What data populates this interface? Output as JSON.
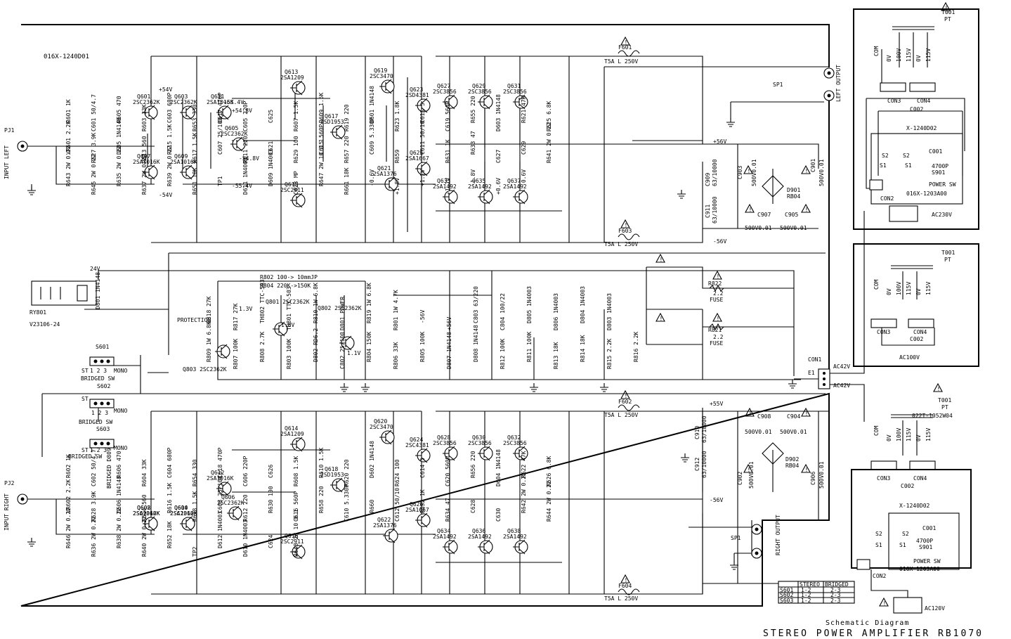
{
  "board": {
    "id": "016X-1240D01"
  },
  "title": {
    "line1": "Schematic Diagram",
    "line2": "STEREO POWER AMPLIFIER RB1070"
  },
  "connectors": {
    "pj1": "PJ1",
    "pj2": "PJ2",
    "input_left": "INPUT LEFT",
    "input_right": "INPUT RIGHT",
    "left_output": "LEFT OUTPUT",
    "right_output": "RIGHT OUTPUT",
    "sp1": "SP1",
    "con1": "CON1",
    "e1": "E1",
    "ac42v_a": "AC42V",
    "ac42v_b": "AC42V"
  },
  "rails": {
    "p54": "+54V",
    "n54": "-54V",
    "p55_4": "+55.4V",
    "p54_8": "+54.8V",
    "n54_8": "-54.8V",
    "n55_4": "-55.4V",
    "p56": "+56V",
    "n56": "-56V",
    "p55": "+55V",
    "n56b": "-56V"
  },
  "fuses": {
    "f601": "F601",
    "f602": "F602",
    "f603": "F603",
    "f604": "F604",
    "rating": "T5A L 250V",
    "r822": "R822",
    "r821": "R821",
    "fuse_val": "2.2",
    "fuse_word": "FUSE"
  },
  "left_channel": {
    "transistors": [
      {
        "ref": "Q601",
        "part": "2SC2362K"
      },
      {
        "ref": "Q603",
        "part": "2SC2362K"
      },
      {
        "ref": "Q611",
        "part": "2SA1016K"
      },
      {
        "ref": "Q605",
        "part": "2SC2362K"
      },
      {
        "ref": "Q607",
        "part": "2SA1016K"
      },
      {
        "ref": "Q609",
        "part": "2SA1016K"
      },
      {
        "ref": "Q613",
        "part": "2SA1209"
      },
      {
        "ref": "Q615",
        "part": "2SC2911"
      },
      {
        "ref": "Q617",
        "part": "2SD1953"
      },
      {
        "ref": "Q619",
        "part": "2SC3470"
      },
      {
        "ref": "Q621",
        "part": "2SA1376"
      },
      {
        "ref": "Q623",
        "part": "2SD4381"
      },
      {
        "ref": "Q625",
        "part": "2SA1667"
      },
      {
        "ref": "Q627",
        "part": "2SC3856"
      },
      {
        "ref": "Q629",
        "part": "2SC3856"
      },
      {
        "ref": "Q631",
        "part": "2SC3856"
      },
      {
        "ref": "Q633",
        "part": "2SA1492"
      },
      {
        "ref": "Q635",
        "part": "2SA1492"
      },
      {
        "ref": "Q637",
        "part": "2SA1492"
      }
    ],
    "labels": [
      "R601 1K",
      "C601 50/4.7",
      "R605 470",
      "R603 33K",
      "C603 680P",
      "R653 330",
      "C617 470P",
      "C605 220P",
      "C625",
      "R607 1.5K",
      "R609 1.5K",
      "R619 220",
      "D601 1N4148",
      "R623 1.8K",
      "C613 5",
      "C619 560P",
      "R655 220",
      "D603 1N4148",
      "R621 47K",
      "R625 6.8K",
      "VR601 2.2K",
      "R627 3.9K",
      "D605 1N4148",
      "R613 560",
      "R615 1.5K",
      "R617 1.5K",
      "C607 25/100",
      "R611 220",
      "C621",
      "R629 100",
      "C615 560P",
      "R657 220",
      "C609 5.330P",
      "R659",
      "C611 50/10",
      "R631 1K",
      "R633 47",
      "C627",
      "C629",
      "R641 2W 0.22",
      "R643 2W 0.22",
      "R645 2W 0.22",
      "R635 2W 0.22",
      "R637 2W 0.22",
      "R639 2W 0.22",
      "R651 18K",
      "TP1",
      "D611 1N4003",
      "D609 1N4003",
      "C623 MP",
      "R647 2W 10 0.1",
      "R661 18K",
      "-0.6V",
      "+1.8V",
      "+1.2V",
      "-1.2V",
      "-1.8V",
      "+0.6V",
      "-0.6V"
    ]
  },
  "protection": {
    "note1": "R802 100-> 10mmJP",
    "note2": "R804 220K->150K",
    "ry801": "RY801",
    "ry_part": "V23106-24",
    "v24": "24V",
    "d801": "D801 1N4148",
    "protection": "PROTECTION",
    "v13": "1.3V",
    "q801": "Q801 2SC2362K",
    "q802": "Q802 2SC2362K",
    "q803": "Q803 2SC2362K",
    "v18": "1.8V",
    "v11": "1.1V",
    "labels": [
      "R809 1W 6.8K",
      "R807 100K",
      "R808 2.7K",
      "R803 100K",
      "D802 RD6.2",
      "C802 25/100",
      "R804 150K",
      "R806 33K",
      "R805 100K",
      "D807 1N4148",
      "D808 1N4148",
      "R812 100K",
      "R811 100K",
      "R813 18K",
      "R814 18K",
      "R815 2.2K",
      "R816 2.2K",
      "R818 27K",
      "R817 27K",
      "TH802 TTC-503",
      "TH801 TTC-503",
      "R810 1W 6.8K",
      "D801 POWER",
      "R819 1W 6.8K",
      "R801 1W 4.7K",
      "-56V",
      "+56V",
      "C803 63/220",
      "C804 100/22",
      "D805 1N4003",
      "D806 1N4003",
      "D804 1N4003",
      "D803 1N4003"
    ]
  },
  "switches": {
    "s601": "S601",
    "s602": "S602",
    "s603": "S603",
    "st": "ST",
    "mono": "MONO",
    "pins": "1 2 3",
    "bridged": "BRIDGED SW",
    "d809": "BRIDGED D809"
  },
  "right_channel": {
    "transistors": [
      {
        "ref": "Q602",
        "part": "2SC2362K"
      },
      {
        "ref": "Q604",
        "part": "2SC2362K"
      },
      {
        "ref": "Q612",
        "part": "2SA1016K"
      },
      {
        "ref": "Q606",
        "part": "2SC2362K"
      },
      {
        "ref": "Q608",
        "part": "2SA1016K"
      },
      {
        "ref": "Q610",
        "part": "2SA1016K"
      },
      {
        "ref": "Q614",
        "part": "2SA1209"
      },
      {
        "ref": "Q616",
        "part": "2SC2911"
      },
      {
        "ref": "Q618",
        "part": "2SD1953"
      },
      {
        "ref": "Q620",
        "part": "2SC3470"
      },
      {
        "ref": "Q622",
        "part": "2SA1376"
      },
      {
        "ref": "Q624",
        "part": "2SC4381"
      },
      {
        "ref": "Q626",
        "part": "2SA1667"
      },
      {
        "ref": "Q628",
        "part": "2SC3856"
      },
      {
        "ref": "Q630",
        "part": "2SC3856"
      },
      {
        "ref": "Q632",
        "part": "2SC3856"
      },
      {
        "ref": "Q634",
        "part": "2SA1492"
      },
      {
        "ref": "Q636",
        "part": "2SA1492"
      },
      {
        "ref": "Q638",
        "part": "2SA1492"
      }
    ],
    "labels": [
      "R602 1K",
      "C602 50/4.7",
      "R606 470",
      "R604 33K",
      "C604 680P",
      "R654 330",
      "C618 470P",
      "C606 220P",
      "C626",
      "R608 1.5K",
      "R610 1.5K",
      "R620 220",
      "D602 1N4148",
      "R624 100",
      "C614 5",
      "C620 560P",
      "R656 220",
      "D604 1N4148",
      "R622 47K",
      "R626 6.8K",
      "VR602 2.2K",
      "R628 3.9K",
      "D606 1N4148",
      "R614 560",
      "R616 1.5K",
      "R618 1.5K",
      "C608 25/100",
      "R612 220",
      "R630 100",
      "C616 560P",
      "R658 220",
      "C610 5.330P",
      "R660",
      "C612 50/10",
      "R632 1K",
      "R634 47",
      "C628",
      "C630",
      "R642 2W 0.22",
      "R644 2W 0.22",
      "R646 2W 0.22",
      "R636 2W 0.22",
      "R638 2W 0.22",
      "R640 2W 0.22",
      "R652 18K",
      "TP2",
      "D612 1N4003",
      "D610 1N4003",
      "C624",
      "R648 2W 10 0.1"
    ]
  },
  "psu": {
    "c909": "C909",
    "c911": "C911",
    "c910": "C910",
    "c912": "C912",
    "cap_val": "63/10000",
    "c903": "C903",
    "c901": "C901",
    "c907": "C907",
    "c905": "C905",
    "c908": "C908",
    "c904": "C904",
    "c902": "C902",
    "c906": "C906",
    "cap_small": "500V0.01",
    "d901": "D901",
    "d902": "D902",
    "bridge": "RB04"
  },
  "transformer_230": {
    "t001": "T001",
    "pt": "PT",
    "com": "COM",
    "taps": [
      "0V",
      "100V",
      "115V",
      "0V",
      "115V"
    ],
    "con3": "CON3",
    "con4": "CON4",
    "c002": "C002",
    "board": "X-1240D02",
    "s2a": "S2",
    "s2b": "S2",
    "s1a": "S1",
    "s1b": "S1",
    "c001": "C001",
    "c001v": "4700P",
    "s901": "S901",
    "power_sw": "POWER SW",
    "board2": "016X-1203A00",
    "con2": "CON2",
    "ac": "AC230V"
  },
  "transformer_100": {
    "t001": "T001",
    "pt": "PT",
    "com": "COM",
    "taps": [
      "0V",
      "100V",
      "115V",
      "0V",
      "115V"
    ],
    "con3": "CON3",
    "con4": "CON4",
    "c002": "C002",
    "ac": "AC100V"
  },
  "transformer_120": {
    "t001": "T001",
    "pt": "PT",
    "part": "022T-1052W04",
    "com": "COM",
    "taps": [
      "0V",
      "100V",
      "115V",
      "0V",
      "115V"
    ],
    "con3": "CON3",
    "con4": "CON4",
    "c002": "C002",
    "board": "X-1240D02",
    "s2a": "S2",
    "s2b": "S2",
    "s1a": "S1",
    "s1b": "S1",
    "c001": "C001",
    "c001v": "4700P",
    "s901": "S901",
    "power_sw": "POWER SW",
    "board2": "016X-1203A00",
    "con2": "CON2",
    "ac": "AC120V"
  },
  "switch_table": {
    "headers": [
      "",
      "STEREO",
      "BRIDGED"
    ],
    "rows": [
      [
        "S601",
        "1-2",
        "2-3"
      ],
      [
        "S602",
        "1-2",
        "2-3"
      ],
      [
        "S603",
        "1-2",
        "2-3"
      ]
    ]
  }
}
